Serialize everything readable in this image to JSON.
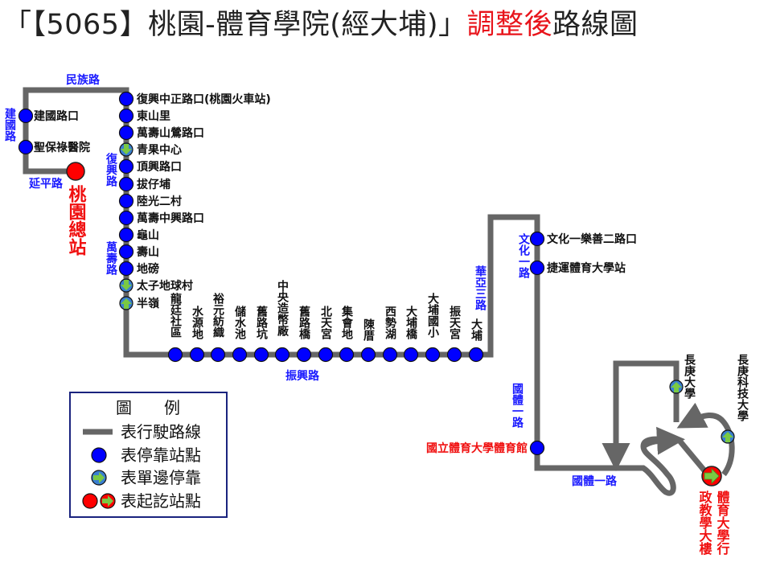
{
  "title": {
    "prefix": "「【5065】桃園-體育學院(經大埔)」",
    "highlight": "調整後",
    "suffix": "路線圖"
  },
  "colors": {
    "route": "#666666",
    "stop": "#0000ff",
    "terminal": "#ff0000",
    "half_stop_arrow": "#7ac943",
    "road_label": "#1a1aff",
    "terminal_label": "#f01010",
    "legend_border": "#1a237e"
  },
  "roads": {
    "minzu": "民族路",
    "jianguo": "建國路",
    "yanping": "延平路",
    "fuxing": "復興路",
    "wanshou": "萬壽路",
    "zhenxing": "振興路",
    "huaya3": "華亞三路",
    "wenhua1": "文化一路",
    "guoti1_v": "國體一路",
    "guoti1_h": "國體一路"
  },
  "terminals": {
    "start": "桃園總站",
    "end_col1": "體育大學行",
    "end_col2": "政教學大樓"
  },
  "stops_left": [
    {
      "name": "建國路口",
      "type": "stop"
    },
    {
      "name": "聖保祿醫院",
      "type": "stop"
    }
  ],
  "stops_fuxing": [
    {
      "name": "復興中正路口(桃園火車站)",
      "type": "stop"
    },
    {
      "name": "東山里",
      "type": "stop"
    },
    {
      "name": "萬壽山鶯路口",
      "type": "stop"
    },
    {
      "name": "青果中心",
      "type": "half-down"
    },
    {
      "name": "頂興路口",
      "type": "stop"
    },
    {
      "name": "拔仔埔",
      "type": "stop"
    },
    {
      "name": "陸光二村",
      "type": "stop"
    },
    {
      "name": "萬壽中興路口",
      "type": "stop"
    },
    {
      "name": "龜山",
      "type": "stop"
    },
    {
      "name": "壽山",
      "type": "stop"
    },
    {
      "name": "地磅",
      "type": "stop"
    },
    {
      "name": "太子地球村",
      "type": "half-down"
    },
    {
      "name": "半嶺",
      "type": "half-up"
    }
  ],
  "stops_zhenxing": [
    {
      "name": "龍廷社區",
      "type": "stop"
    },
    {
      "name": "水源地",
      "type": "stop"
    },
    {
      "name": "裕元紡織",
      "type": "stop"
    },
    {
      "name": "儲水池",
      "type": "stop"
    },
    {
      "name": "舊路坑",
      "type": "stop"
    },
    {
      "name": "中央造幣廠",
      "type": "stop"
    },
    {
      "name": "舊路橋",
      "type": "stop"
    },
    {
      "name": "北天宮",
      "type": "stop"
    },
    {
      "name": "集會地",
      "type": "stop"
    },
    {
      "name": "陳厝",
      "type": "stop"
    },
    {
      "name": "西勢湖",
      "type": "stop"
    },
    {
      "name": "大埔橋",
      "type": "stop"
    },
    {
      "name": "大埔國小",
      "type": "stop"
    },
    {
      "name": "振天宮",
      "type": "stop"
    },
    {
      "name": "大埔",
      "type": "stop"
    }
  ],
  "stops_right": [
    {
      "name": "文化一樂善二路口",
      "type": "stop"
    },
    {
      "name": "捷運體育大學站",
      "type": "stop"
    },
    {
      "name": "國立體育大學體育館",
      "type": "stop",
      "highlight": true
    }
  ],
  "stops_campus": [
    {
      "name": "長庚大學",
      "type": "half-up"
    },
    {
      "name": "長庚科技大學",
      "type": "half-up"
    }
  ],
  "legend": {
    "title": "圖　　例",
    "route": "表行駛路線",
    "stop": "表停靠站點",
    "half_stop": "表單邊停靠",
    "terminal": "表起訖站點"
  }
}
